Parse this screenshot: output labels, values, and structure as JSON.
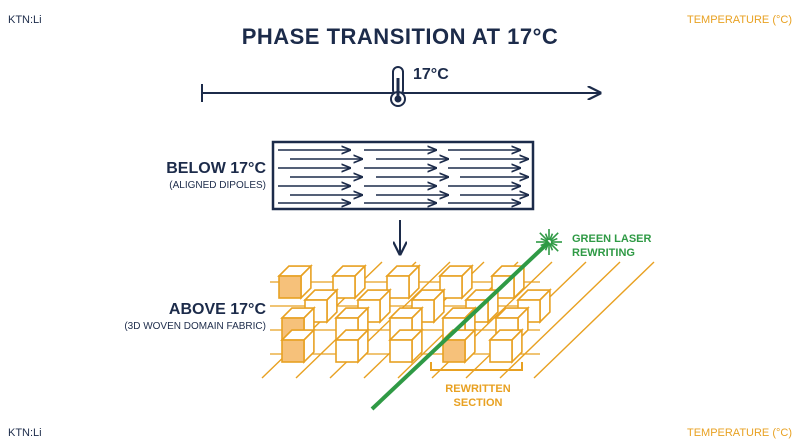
{
  "corners": {
    "top_left": "KTN:Li",
    "top_right": "TEMPERATURE (°C)",
    "bottom_left": "KTN:Li",
    "bottom_right": "TEMPERATURE (°C)"
  },
  "title": "PHASE TRANSITION AT 17°C",
  "axis": {
    "marker_label": "17°C"
  },
  "below": {
    "label": "BELOW 17°C",
    "sublabel": "(ALIGNED DIPOLES)"
  },
  "above": {
    "label": "ABOVE 17°C",
    "sublabel": "(3D WOVEN DOMAIN FABRIC)"
  },
  "laser": {
    "line1": "GREEN LASER",
    "line2": "REWRITING"
  },
  "rewritten": {
    "line1": "REWRITTEN",
    "line2": "SECTION"
  },
  "colors": {
    "navy": "#1c2b4a",
    "orange": "#e8a122",
    "orange_fill": "#f6c17a",
    "green": "#2f9a45"
  }
}
